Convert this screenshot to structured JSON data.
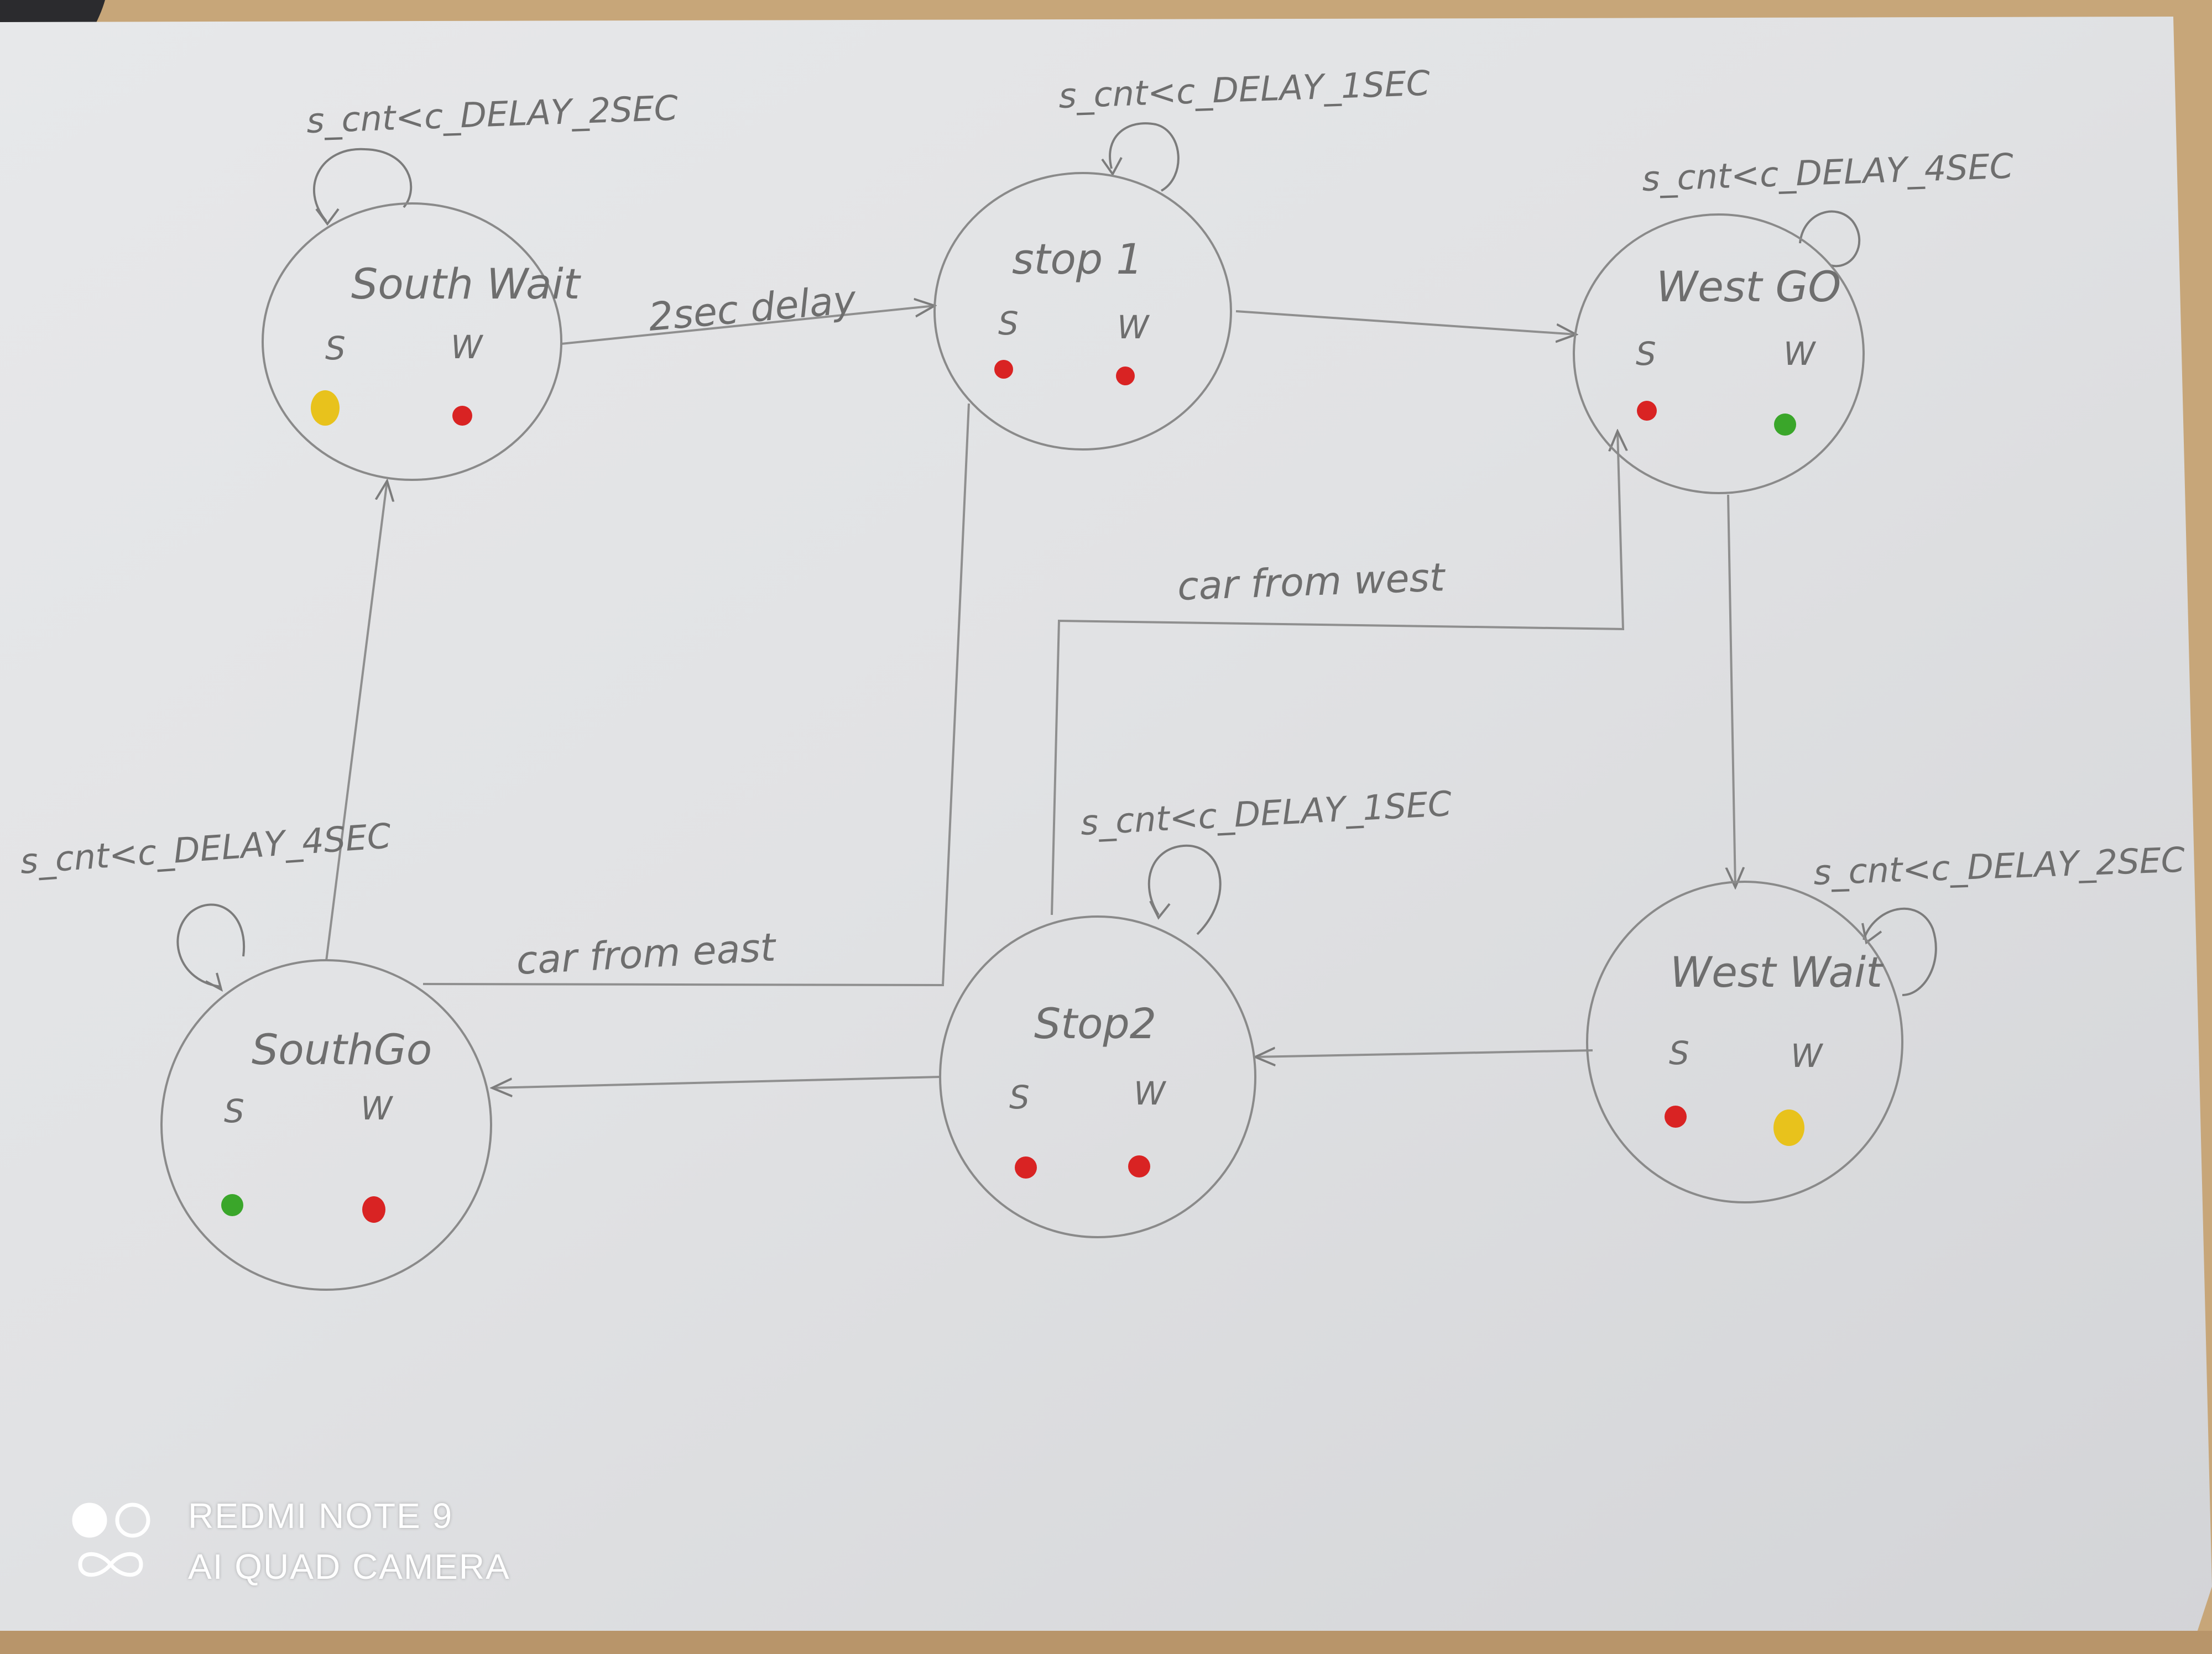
{
  "states": {
    "south_wait": {
      "name": "South Wait",
      "s": "S",
      "w": "W",
      "self_loop": "s_cnt<c_DELAY_2SEC",
      "s_light": "#e8c21c",
      "w_light": "#d92323"
    },
    "stop1": {
      "name": "stop 1",
      "s": "S",
      "w": "W",
      "self_loop": "s_cnt<c_DELAY_1SEC",
      "s_light": "#d92323",
      "w_light": "#d92323"
    },
    "west_go": {
      "name": "West GO",
      "s": "S",
      "w": "W",
      "self_loop": "s_cnt<c_DELAY_4SEC",
      "s_light": "#d92323",
      "w_light": "#3aa62a"
    },
    "south_go": {
      "name": "SouthGo",
      "s": "S",
      "w": "W",
      "self_loop": "s_cnt<c_DELAY_4SEC",
      "s_light": "#3aa62a",
      "w_light": "#d92323"
    },
    "stop2": {
      "name": "Stop2",
      "s": "S",
      "w": "W",
      "self_loop": "s_cnt<c_DELAY_1SEC",
      "s_light": "#d92323",
      "w_light": "#d92323"
    },
    "west_wait": {
      "name": "West Wait",
      "s": "S",
      "w": "W",
      "self_loop": "s_cnt<c_DELAY_2SEC",
      "s_light": "#d92323",
      "w_light": "#e8c21c"
    }
  },
  "edges": {
    "south_wait_to_stop1": "2sec delay",
    "south_go_to_west_go": "car from west",
    "stop1_to_south_go": "car from east"
  },
  "watermark": {
    "line1": "REDMI NOTE 9",
    "line2": "AI QUAD CAMERA"
  }
}
